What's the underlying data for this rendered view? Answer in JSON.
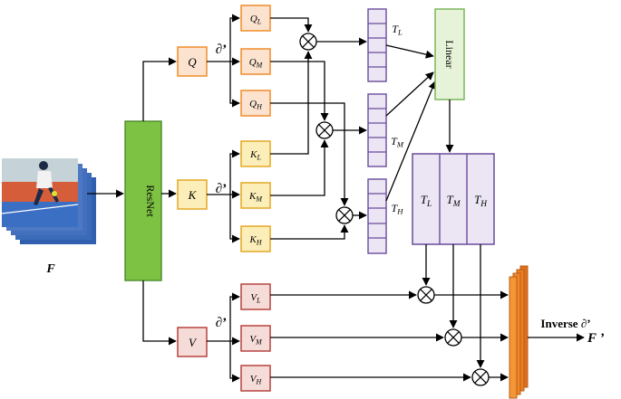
{
  "colors": {
    "resnet_fill": "#7dc243",
    "resnet_stroke": "#4a8a2a",
    "q_fill": "#fbe3cf",
    "q_stroke": "#f28b2a",
    "k_fill": "#fbeeb8",
    "k_stroke": "#e3a824",
    "v_fill": "#f6dcd9",
    "v_stroke": "#b5433f",
    "token_fill": "#ebe5f4",
    "token_stroke": "#6a4c9c",
    "linear_fill": "#e7f3d8",
    "linear_stroke": "#7ab65a",
    "output_fill": "#f58a30",
    "output_stroke": "#b85e12"
  },
  "input_label": "F",
  "output_label": "F ’",
  "backbone_label": "ResNet",
  "linear_label": "Linear",
  "transform_label": "∂’",
  "inverse_label": "Inverse ∂’",
  "q": {
    "main": "Q",
    "branches": [
      "Q_L",
      "Q_M",
      "Q_H"
    ]
  },
  "k": {
    "main": "K",
    "branches": [
      "K_L",
      "K_M",
      "K_H"
    ]
  },
  "v": {
    "main": "V",
    "branches": [
      "V_L",
      "V_M",
      "V_H"
    ]
  },
  "token_labels": [
    "T_L",
    "T_M",
    "T_H"
  ],
  "big_token_labels": [
    "T_L",
    "T_M",
    "T_H"
  ],
  "multiply_symbol": "⊗"
}
